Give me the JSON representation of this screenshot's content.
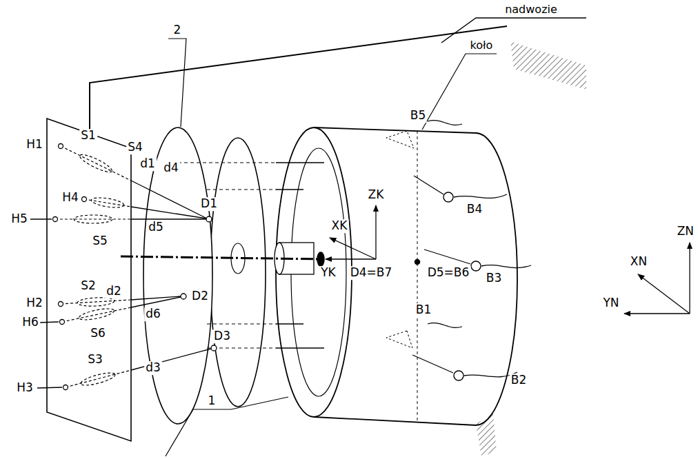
{
  "diagram": {
    "labels": [
      "nadwozie",
      "koło",
      "2",
      "1",
      "H1",
      "S1",
      "S4",
      "H4",
      "d1",
      "d4",
      "H5",
      "S5",
      "d5",
      "D1",
      "S2",
      "H2",
      "d2",
      "H6",
      "d6",
      "D2",
      "S6",
      "H3",
      "S3",
      "d3",
      "D3",
      "ZK",
      "XK",
      "YK",
      "D4=B7",
      "D5=B6",
      "B5",
      "B4",
      "B3",
      "B1",
      "B2",
      "ZN",
      "XN",
      "YN"
    ]
  }
}
